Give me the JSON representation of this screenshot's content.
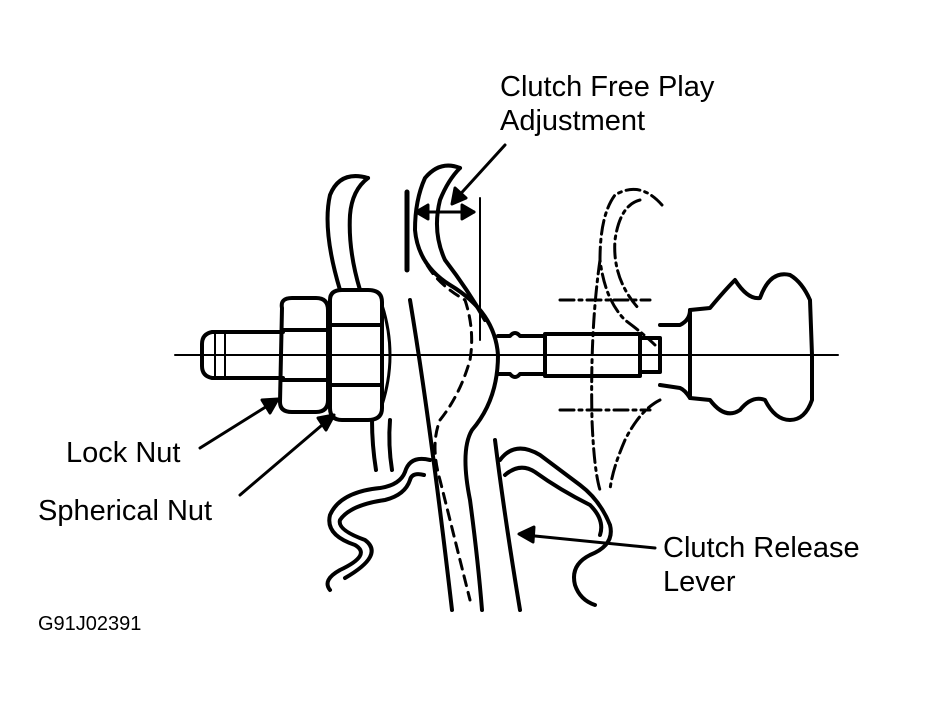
{
  "labels": {
    "free_play_line1": "Clutch Free Play",
    "free_play_line2": "Adjustment",
    "lock_nut": "Lock Nut",
    "spherical_nut": "Spherical Nut",
    "release_lever_line1": "Clutch Release",
    "release_lever_line2": "Lever",
    "figure_code": "G91J02391"
  },
  "colors": {
    "ink": "#000000",
    "paper": "#ffffff"
  }
}
